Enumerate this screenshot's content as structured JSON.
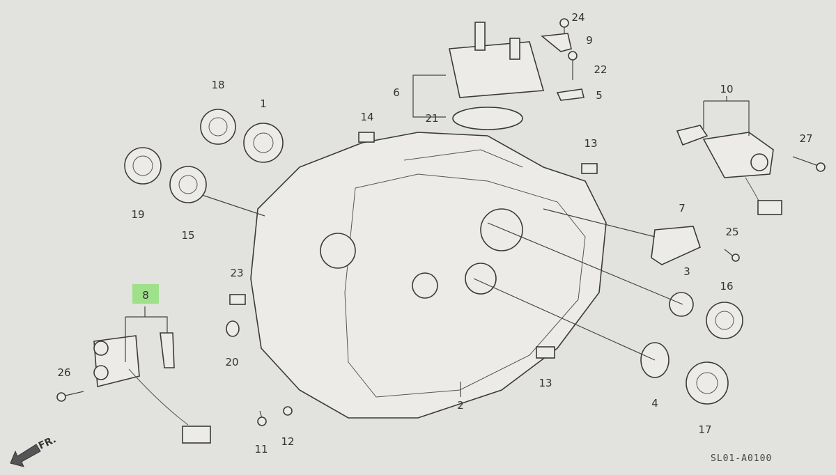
{
  "diagram": {
    "code": "SL01-A0100",
    "direction_label": "FR.",
    "highlight_color": "#9fe08a",
    "callouts": {
      "p1": "1",
      "p2": "2",
      "p3": "3",
      "p4": "4",
      "p5": "5",
      "p6": "6",
      "p7": "7",
      "p8": "8",
      "p9": "9",
      "p10": "10",
      "p11": "11",
      "p12": "12",
      "p13a": "13",
      "p13b": "13",
      "p14": "14",
      "p15": "15",
      "p16": "16",
      "p17": "17",
      "p18": "18",
      "p19": "19",
      "p20": "20",
      "p21": "21",
      "p22": "22",
      "p23": "23",
      "p24": "24",
      "p25": "25",
      "p26": "26",
      "p27": "27"
    }
  }
}
